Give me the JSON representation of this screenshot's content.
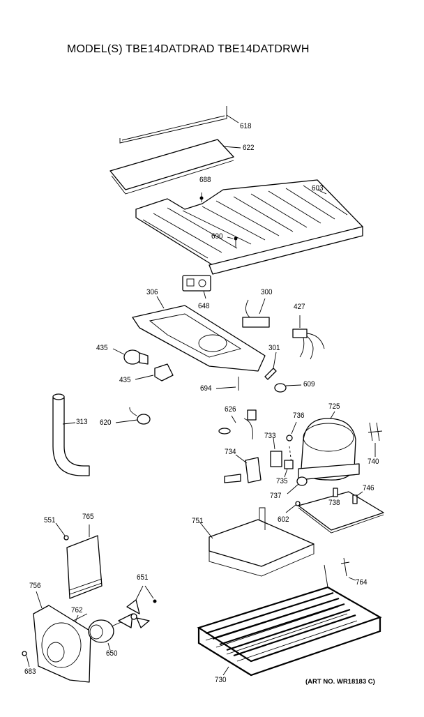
{
  "title": "MODEL(S) TBE14DATDRAD  TBE14DATDRWH",
  "art_number": "(ART NO. WR18183 C)",
  "parts": [
    {
      "id": "618"
    },
    {
      "id": "622"
    },
    {
      "id": "688"
    },
    {
      "id": "603"
    },
    {
      "id": "690"
    },
    {
      "id": "306"
    },
    {
      "id": "648"
    },
    {
      "id": "300"
    },
    {
      "id": "427"
    },
    {
      "id": "435a",
      "label": "435"
    },
    {
      "id": "435b",
      "label": "435"
    },
    {
      "id": "301"
    },
    {
      "id": "694"
    },
    {
      "id": "609"
    },
    {
      "id": "313"
    },
    {
      "id": "620"
    },
    {
      "id": "626"
    },
    {
      "id": "736"
    },
    {
      "id": "725"
    },
    {
      "id": "733"
    },
    {
      "id": "734"
    },
    {
      "id": "735"
    },
    {
      "id": "737"
    },
    {
      "id": "740"
    },
    {
      "id": "738"
    },
    {
      "id": "746"
    },
    {
      "id": "602"
    },
    {
      "id": "551"
    },
    {
      "id": "765"
    },
    {
      "id": "751"
    },
    {
      "id": "651"
    },
    {
      "id": "756"
    },
    {
      "id": "762"
    },
    {
      "id": "764"
    },
    {
      "id": "650"
    },
    {
      "id": "683"
    },
    {
      "id": "730"
    }
  ]
}
